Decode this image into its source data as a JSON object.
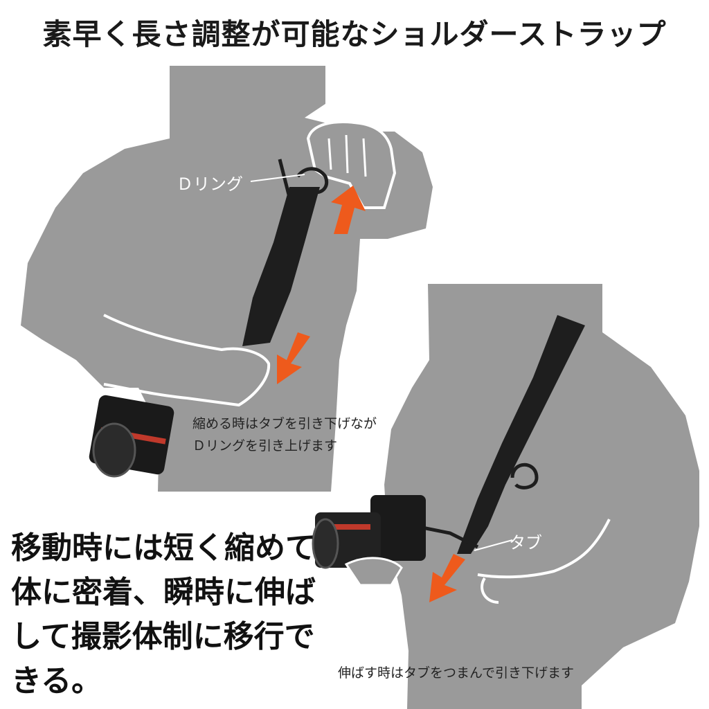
{
  "title": "素早く長さ調整が可能なショルダーストラップ",
  "labels": {
    "d_ring": "Ｄリング",
    "tab": "タブ"
  },
  "captions": {
    "shorten_line1": "縮める時はタブを引き下げなが",
    "shorten_line2": "Ｄリングを引き上げます",
    "extend": "伸ばす時はタブをつまんで引き下げます"
  },
  "feature_text": {
    "line1": "移動時には短く縮めて",
    "line2": "体に密着、瞬時に伸ば",
    "line3": "して撮影体制に移行で",
    "line4": "きる。"
  },
  "colors": {
    "silhouette": "#9a9a9a",
    "arrow": "#ee5a1c",
    "strap": "#1e1e1e"
  }
}
